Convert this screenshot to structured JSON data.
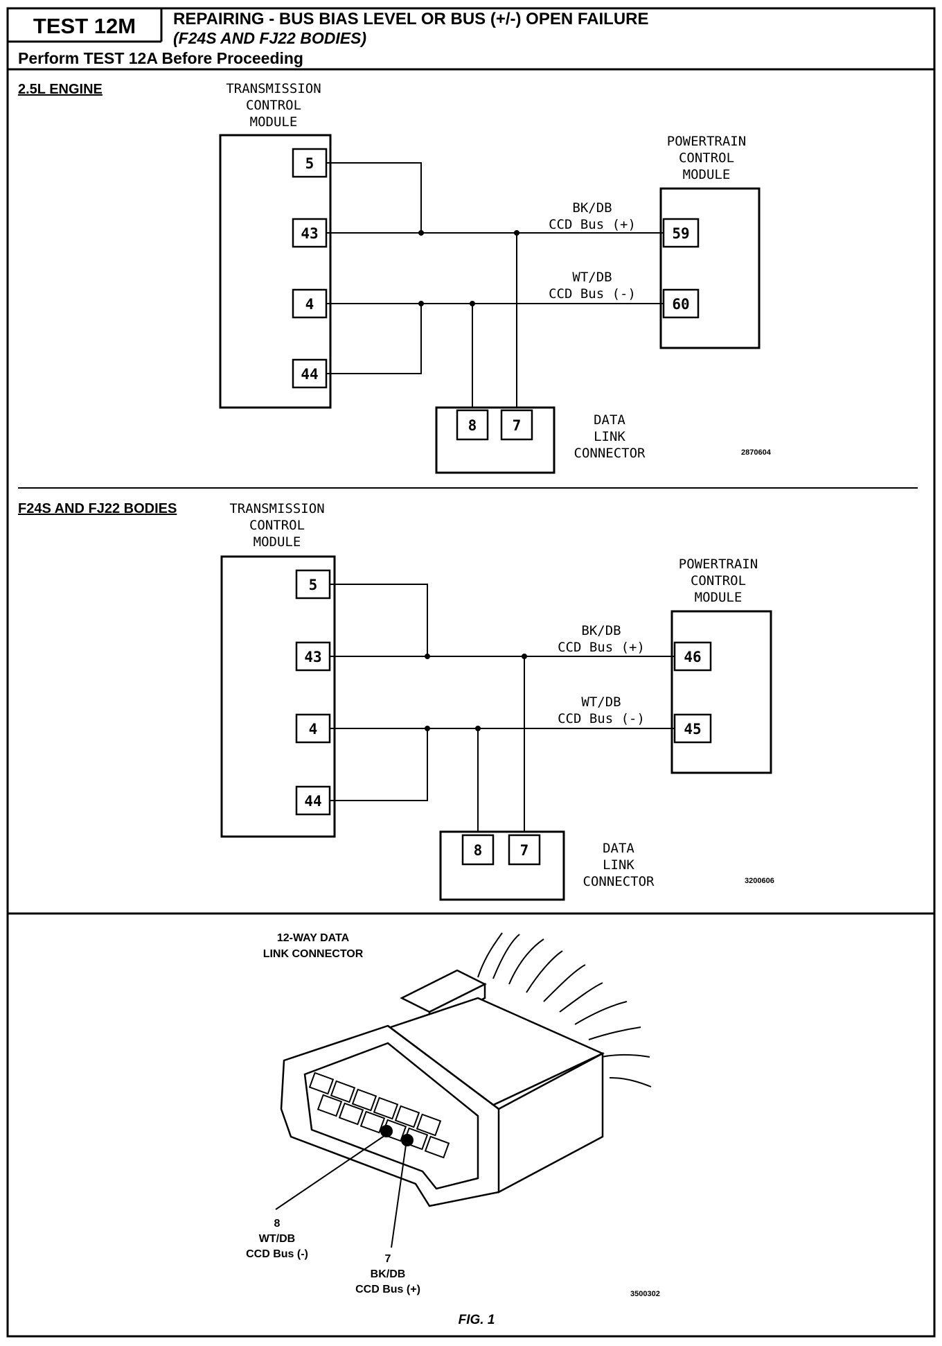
{
  "header": {
    "test_id": "TEST 12M",
    "title": "REPAIRING - BUS BIAS LEVEL OR BUS (+/-) OPEN FAILURE",
    "subtitle": "(F24S AND FJ22 BODIES)",
    "instruction": "Perform TEST 12A Before Proceeding"
  },
  "diagram1": {
    "section_label": "2.5L ENGINE",
    "tcm": {
      "line1": "TRANSMISSION",
      "line2": "CONTROL",
      "line3": "MODULE",
      "pins": [
        "5",
        "43",
        "4",
        "44"
      ]
    },
    "pcm": {
      "line1": "POWERTRAIN",
      "line2": "CONTROL",
      "line3": "MODULE",
      "pins": [
        "59",
        "60"
      ]
    },
    "wire_plus": {
      "color": "BK/DB",
      "name": "CCD Bus (+)"
    },
    "wire_minus": {
      "color": "WT/DB",
      "name": "CCD Bus (-)"
    },
    "dlc": {
      "line1": "DATA",
      "line2": "LINK",
      "line3": "CONNECTOR",
      "pins": [
        "8",
        "7"
      ]
    },
    "ref_code": "2870604"
  },
  "diagram2": {
    "section_label": "F24S AND FJ22 BODIES",
    "tcm": {
      "line1": "TRANSMISSION",
      "line2": "CONTROL",
      "line3": "MODULE",
      "pins": [
        "5",
        "43",
        "4",
        "44"
      ]
    },
    "pcm": {
      "line1": "POWERTRAIN",
      "line2": "CONTROL",
      "line3": "MODULE",
      "pins": [
        "46",
        "45"
      ]
    },
    "wire_plus": {
      "color": "BK/DB",
      "name": "CCD Bus (+)"
    },
    "wire_minus": {
      "color": "WT/DB",
      "name": "CCD Bus (-)"
    },
    "dlc": {
      "line1": "DATA",
      "line2": "LINK",
      "line3": "CONNECTOR",
      "pins": [
        "8",
        "7"
      ]
    },
    "ref_code": "3200606"
  },
  "diagram3": {
    "title_line1": "12-WAY DATA",
    "title_line2": "LINK CONNECTOR",
    "callout_minus": {
      "pin": "8",
      "color": "WT/DB",
      "name": "CCD Bus (-)"
    },
    "callout_plus": {
      "pin": "7",
      "color": "BK/DB",
      "name": "CCD Bus (+)"
    },
    "ref_code": "3500302"
  },
  "figure_label": "FIG. 1"
}
